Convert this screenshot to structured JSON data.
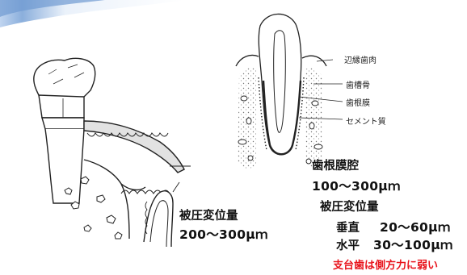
{
  "diagram": {
    "labels_small": {
      "marginal_gingiva": "辺縁歯肉",
      "alveolar_bone": "歯槽骨",
      "periodontal_ligament": "歯根膜",
      "cementum": "セメント質"
    },
    "crown_pdl": {
      "title": "歯根膜腔",
      "width_value": "100～300μｍ",
      "displacement_title": "被圧変位量",
      "vertical_label": "垂直",
      "vertical_value": "20～60μｍ",
      "horizontal_label": "水平",
      "horizontal_value": "30～100μｍ"
    },
    "mucosa": {
      "displacement_title": "被圧変位量",
      "value": "200～300μｍ"
    },
    "warning": "支台歯は側方力に弱い"
  },
  "colors": {
    "warning_red": "#e8141c",
    "ribbon_blue": "#7ea6d8",
    "ink": "#111111"
  }
}
